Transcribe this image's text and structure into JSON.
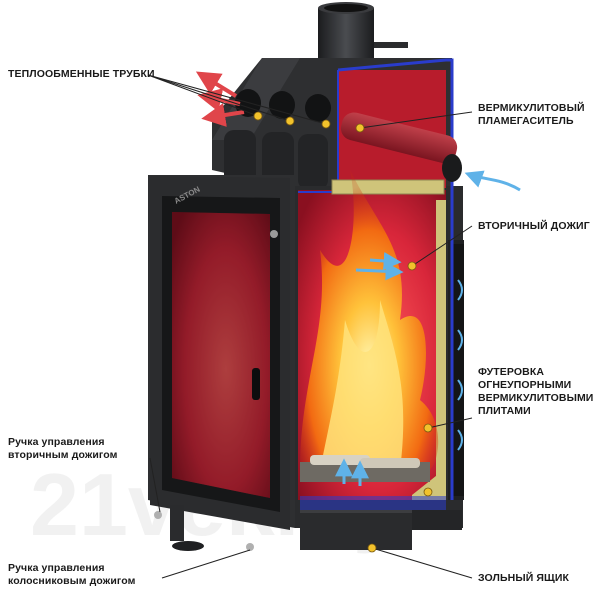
{
  "labels": {
    "heat_tubes": "ТЕПЛООБМЕННЫЕ ТРУБКИ",
    "flame_damper_l1": "ВЕРМИКУЛИТОВЫЙ",
    "flame_damper_l2": "ПЛАМЕГАСИТЕЛЬ",
    "secondary_burn": "ВТОРИЧНЫЙ ДОЖИГ",
    "lining_l1": "ФУТЕРОВКА",
    "lining_l2": "ОГНЕУПОРНЫМИ",
    "lining_l3": "ВЕРМИКУЛИТОВЫМИ",
    "lining_l4": "ПЛИТАМИ",
    "secondary_handle_l1": "Ручка управления",
    "secondary_handle_l2": "вторичным дожигом",
    "grate_handle_l1": "Ручка управления",
    "grate_handle_l2": "колосниковым дожигом",
    "ash_box": "ЗОЛЬНЫЙ ЯЩИК"
  },
  "brand": "ASTON",
  "watermark": "21vek.by",
  "colors": {
    "body": "#2e2f31",
    "body_dark": "#1c1d1f",
    "firebox": "#d8263a",
    "lining_edge": "#2a3ccc",
    "vermiculite": "#cfc47a",
    "marker": "#f2c22c",
    "hot_arrow": "#e0454a",
    "cold_arrow": "#5fb2e8"
  }
}
